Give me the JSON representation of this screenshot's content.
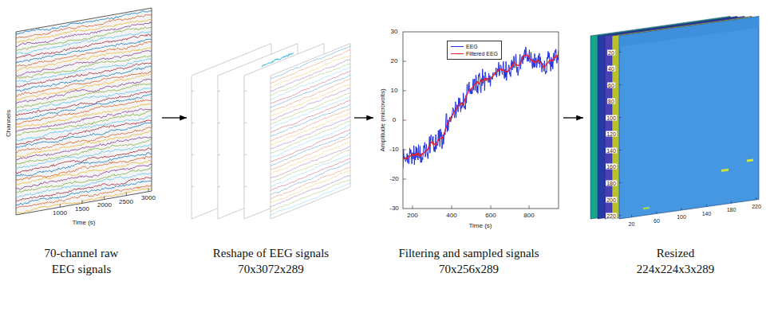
{
  "diagram": {
    "nodes": [
      {
        "text": [
          "70-channel raw EEG signals"
        ]
      },
      {
        "text": [
          "Reshape of EEG signals",
          "70x3072x289"
        ]
      },
      {
        "text": [
          "Filtering and sampled signals",
          "70x256x289"
        ]
      },
      {
        "text": [
          "Resized",
          "224x224x3x289"
        ]
      }
    ],
    "edges": [
      {
        "from": 0,
        "to": 1,
        "arrow": "to"
      },
      {
        "from": 1,
        "to": 2,
        "arrow": "to"
      },
      {
        "from": 2,
        "to": 3,
        "arrow": "to"
      }
    ],
    "labels": [
      "1000",
      "1500",
      "2000",
      "2500",
      "3000",
      "Time (s)",
      "Channels",
      "30",
      "20",
      "10",
      "0",
      "-10",
      "-20",
      "-30",
      "200",
      "400",
      "600",
      "800",
      "Time (s)",
      "Amplitude (microvolts)",
      "20",
      "40",
      "60",
      "80",
      "100",
      "120",
      "140",
      "160",
      "180",
      "200",
      "220",
      "20",
      "60",
      "100",
      "140",
      "180",
      "220"
    ],
    "legend": [
      {
        "text": "EEG"
      },
      {
        "text": "Filtered EEG"
      }
    ]
  }
}
